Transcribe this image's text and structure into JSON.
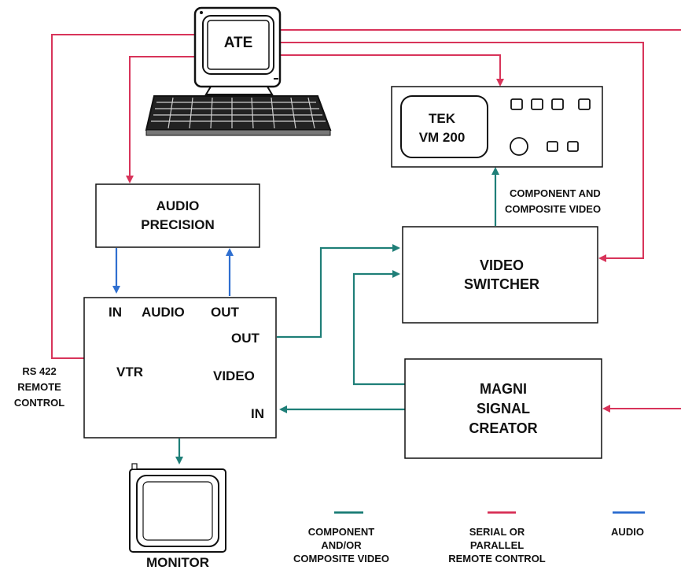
{
  "ate": {
    "label": "ATE"
  },
  "tek": {
    "line1": "TEK",
    "line2": "VM 200"
  },
  "component_label": {
    "line1": "COMPONENT AND",
    "line2": "COMPOSITE VIDEO"
  },
  "audio_precision": {
    "line1": "AUDIO",
    "line2": "PRECISION"
  },
  "vtr": {
    "audio_in": "IN",
    "audio": "AUDIO",
    "audio_out": "OUT",
    "video_out": "OUT",
    "name": "VTR",
    "video": "VIDEO",
    "video_in": "IN"
  },
  "video_switcher": {
    "line1": "VIDEO",
    "line2": "SWITCHER"
  },
  "magni": {
    "line1": "MAGNI",
    "line2": "SIGNAL",
    "line3": "CREATOR"
  },
  "rs422": {
    "line1": "RS 422",
    "line2": "REMOTE",
    "line3": "CONTROL"
  },
  "monitor": {
    "label": "MONITOR"
  },
  "legend": [
    {
      "color": "#1f7f78",
      "lines": [
        "COMPONENT",
        "AND/OR",
        "COMPOSITE VIDEO"
      ]
    },
    {
      "color": "#d8345a",
      "lines": [
        "SERIAL OR",
        "PARALLEL",
        "REMOTE CONTROL"
      ]
    },
    {
      "color": "#2f6fd0",
      "lines": [
        "AUDIO"
      ]
    }
  ],
  "colors": {
    "video": "#1f7f78",
    "control": "#d8345a",
    "audio": "#2f6fd0"
  }
}
